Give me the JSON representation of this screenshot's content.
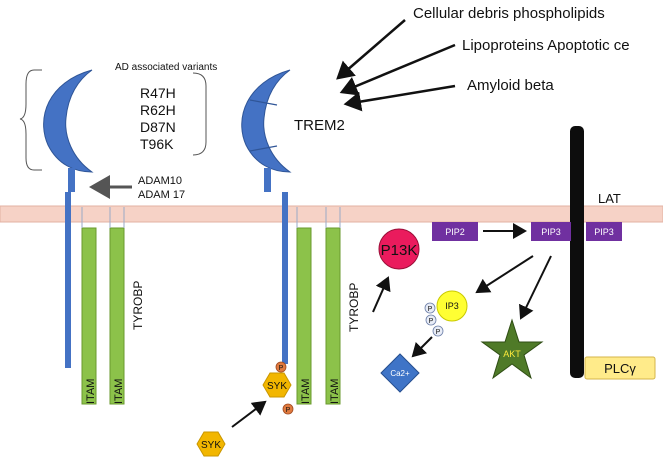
{
  "ligands": [
    "Cellular debris phospholipids",
    "Lipoproteins Apoptotic ce",
    "Amyloid beta"
  ],
  "variants": {
    "header": "AD associated variants",
    "items": [
      "R47H",
      "R62H",
      "D87N",
      "T96K"
    ]
  },
  "receptor": "TREM2",
  "proteases": [
    "ADAM10",
    "ADAM 17"
  ],
  "adaptor": "TYROBP",
  "motif": "ITAM",
  "kinases": {
    "syk": "SYK",
    "pi3k": "P13K",
    "akt": "AKT"
  },
  "phospho": "P",
  "lipids": {
    "pip2": "PIP2",
    "pip3": "PIP3",
    "ip3": "IP3"
  },
  "ion": "Ca2+",
  "lat": "LAT",
  "plc": "PLCγ",
  "colors": {
    "receptor": "#4472c4",
    "itam": "#8cc24a",
    "membrane": "#f6d2c6",
    "pi3k": "#ea1b5d",
    "pip": "#7030a0",
    "ip3": "#ffff33",
    "akt": "#4f7a28",
    "syk": "#f2b600",
    "plc": "#ffeb8a"
  }
}
